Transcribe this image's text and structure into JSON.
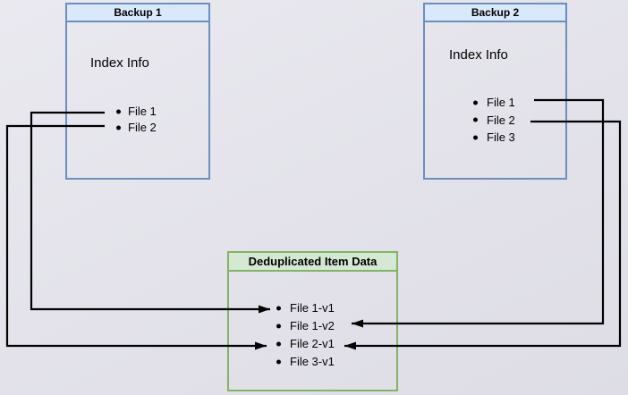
{
  "backup1": {
    "title": "Backup 1",
    "subtitle": "Index Info",
    "items": [
      "File 1",
      "File 2"
    ]
  },
  "backup2": {
    "title": "Backup 2",
    "subtitle": "Index Info",
    "items": [
      "File 1",
      "File 2",
      "File 3"
    ]
  },
  "dedup": {
    "title": "Deduplicated Item Data",
    "items": [
      "File 1-v1",
      "File 1-v2",
      "File 2-v1",
      "File 3-v1"
    ]
  },
  "connections": [
    {
      "from": "Backup 1 / File 1",
      "to": "Deduplicated Item Data / File 1-v1"
    },
    {
      "from": "Backup 1 / File 2",
      "to": "Deduplicated Item Data / File 2-v1"
    },
    {
      "from": "Backup 2 / File 1",
      "to": "Deduplicated Item Data / File 1-v2"
    },
    {
      "from": "Backup 2 / File 2",
      "to": "Deduplicated Item Data / File 2-v1"
    }
  ],
  "colors": {
    "backup_header_fill": "#dae8fc",
    "backup_border": "#6c8ebf",
    "dedup_header_fill": "#d5e8d4",
    "dedup_border": "#82b366",
    "arrow": "#000000",
    "background": "#e3e2ea"
  }
}
